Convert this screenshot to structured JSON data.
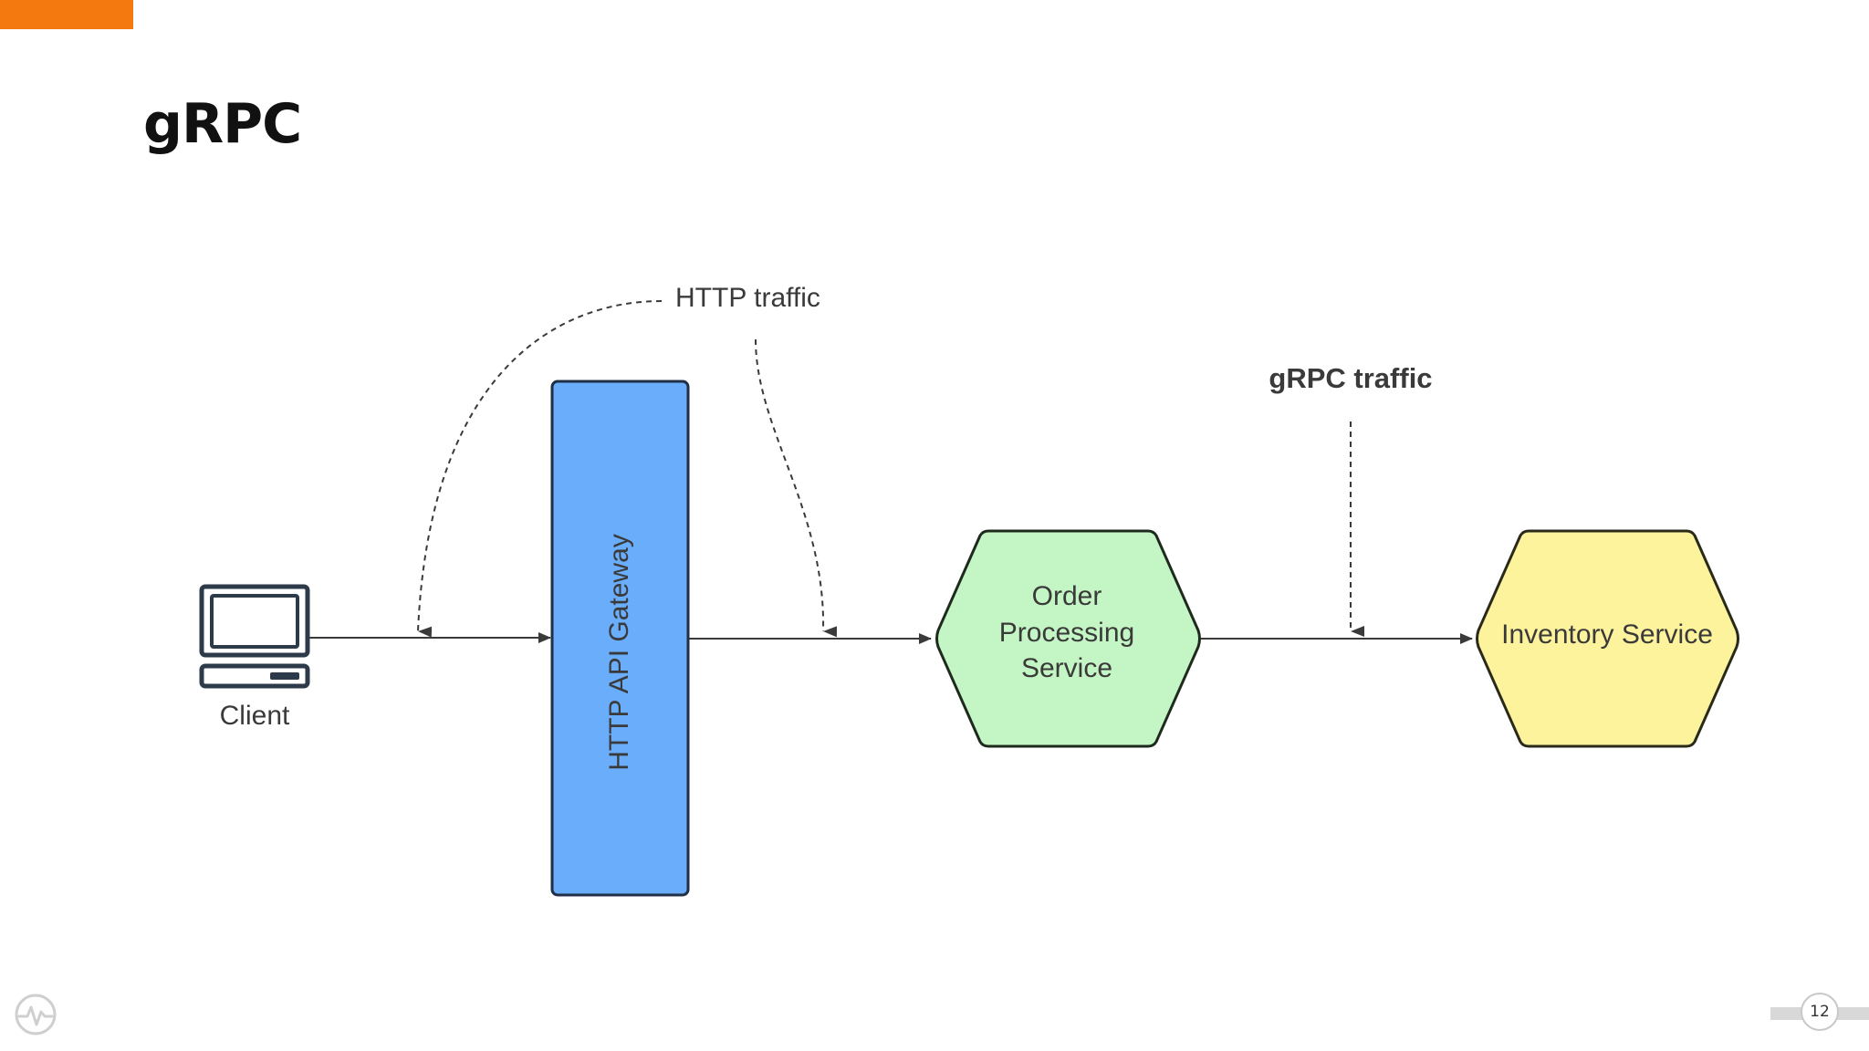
{
  "slide": {
    "title": "gRPC",
    "accent_color": "#f47a0f",
    "page_number": "12"
  },
  "diagram": {
    "client": {
      "label": "Client",
      "icon": "desktop-computer-icon"
    },
    "gateway": {
      "label": "HTTP API Gateway",
      "fill": "#6aadfb"
    },
    "order_service": {
      "label_lines": [
        "Order",
        "Processing",
        "Service"
      ],
      "fill": "#c4f5c4"
    },
    "inventory_service": {
      "label": "Inventory Service",
      "fill": "#fdf39c"
    },
    "annotations": {
      "http_traffic": "HTTP traffic",
      "grpc_traffic": "gRPC traffic"
    }
  },
  "footer": {
    "logo_icon": "heartbeat-logo-icon"
  }
}
